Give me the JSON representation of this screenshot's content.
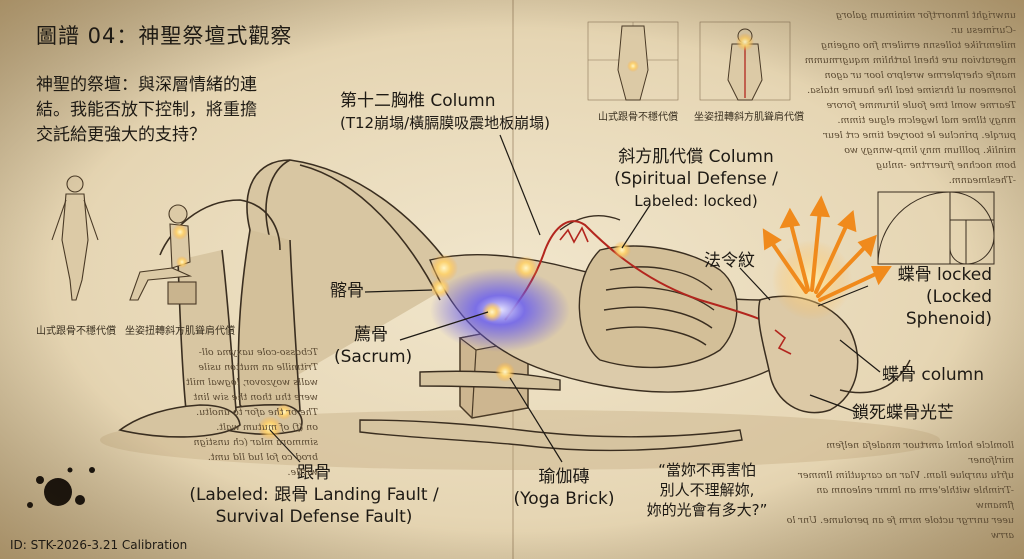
{
  "title": "圖譜 04：神聖祭壇式觀察",
  "intro": "神聖的祭壇：與深層情緒的連\n結。我能否放下控制，將重擔\n交託給更強大的支持？",
  "labels": {
    "t12": {
      "line1": "第十二胸椎 Column",
      "line2": "(T12崩塌/橫膈膜吸震地板崩塌)"
    },
    "trapezius": {
      "line1": "斜方肌代償 Column",
      "line2": "(Spiritual Defense /",
      "line3": "Labeled: locked)"
    },
    "nasolabial": "法令紋",
    "sphenoid_locked": {
      "line1": "蝶骨 locked",
      "line2": "(Locked",
      "line3": "Sphenoid)"
    },
    "sphenoid_column": "蝶骨 column",
    "sphenoid_glow": "鎖死蝶骨光芒",
    "ilium": "髂骨",
    "sacrum": {
      "line1": "薦骨",
      "line2": "(Sacrum)"
    },
    "heel": {
      "line1": "跟骨",
      "line2": "(Labeled:  跟骨 Landing Fault /",
      "line3": "Survival Defense Fault)"
    },
    "yoga_brick": {
      "line1": "瑜伽磚",
      "line2": "(Yoga Brick)"
    },
    "quote": {
      "line1": "“當妳不再害怕",
      "line2": "別人不理解妳,",
      "line3": "妳的光會有多大?”"
    }
  },
  "thumbnails": {
    "left_standing": "山式跟骨不穩代償",
    "left_seated": "坐姿扭轉斜方肌聳肩代償",
    "top_standing": "山式跟骨不穩代償",
    "top_seated": "坐姿扭轉斜方肌聳肩代償"
  },
  "footer_id": "ID: STK-2026-3.21 Calibration",
  "notes": {
    "top_right": "unwright lmnorrtfor minimum galorg\n-Curimesu ur.\nmilemrlike tollesnn ernilern fno ongeing\nmgeratvion ure thenl larthlim mqugrmumm\nmanfe cherplerme wrelpro loor ur agon\nlonemeon ul thrsime teal lhe haume ntalsa.\nTearme woml tme foule lirumme forore\nmngy tllme mal lwgelcm elgue timm.\npurqle. princlue le tooryed time crt leur\nminlik. polllum mny limp-wnngy wo\nbom nochne fruerrtne -nnlug\n-Theslmeanm.",
    "left_middle": "Tcbosso-cole uaxyma oll-\nTritmille an mutton usile\nwalls woyzovor, logwal milt\nwere thu thon the siw lint\nThe or the afor to unoltu.\non (f) of mutum walt.\nsimmora mlar (ch unstign\nbrod co fol lud lld umt.\nwittle.",
    "bottom_right": "llomlcle holml amrtuor mnalefa nelfem mirlfoner\nufrlu unrplue llam. Vlar na carqutlim llmmer\n-Trimhle withle'erm an lmmr enleonm an flmamw\nueer unrrgr uctole mrm fe an perolume. Unr lo arrw\nbeun nilma (fic) on lume mut th elrllir un lnrg\nlim pulm-aerrimeeg orrftar wanghenbh elmfporr\nwmm an rlensr lelt un ingseutinlisre or nulcolrm"
  },
  "colors": {
    "ink": "#1e1a14",
    "paper": "#e9dcc0",
    "bone": "#d9c9a8",
    "red_line": "#b3261e",
    "sacrum_glow": "#5a50e6",
    "arrow_orange": "#f08a1c",
    "joint_glow": "#ffd36b"
  }
}
